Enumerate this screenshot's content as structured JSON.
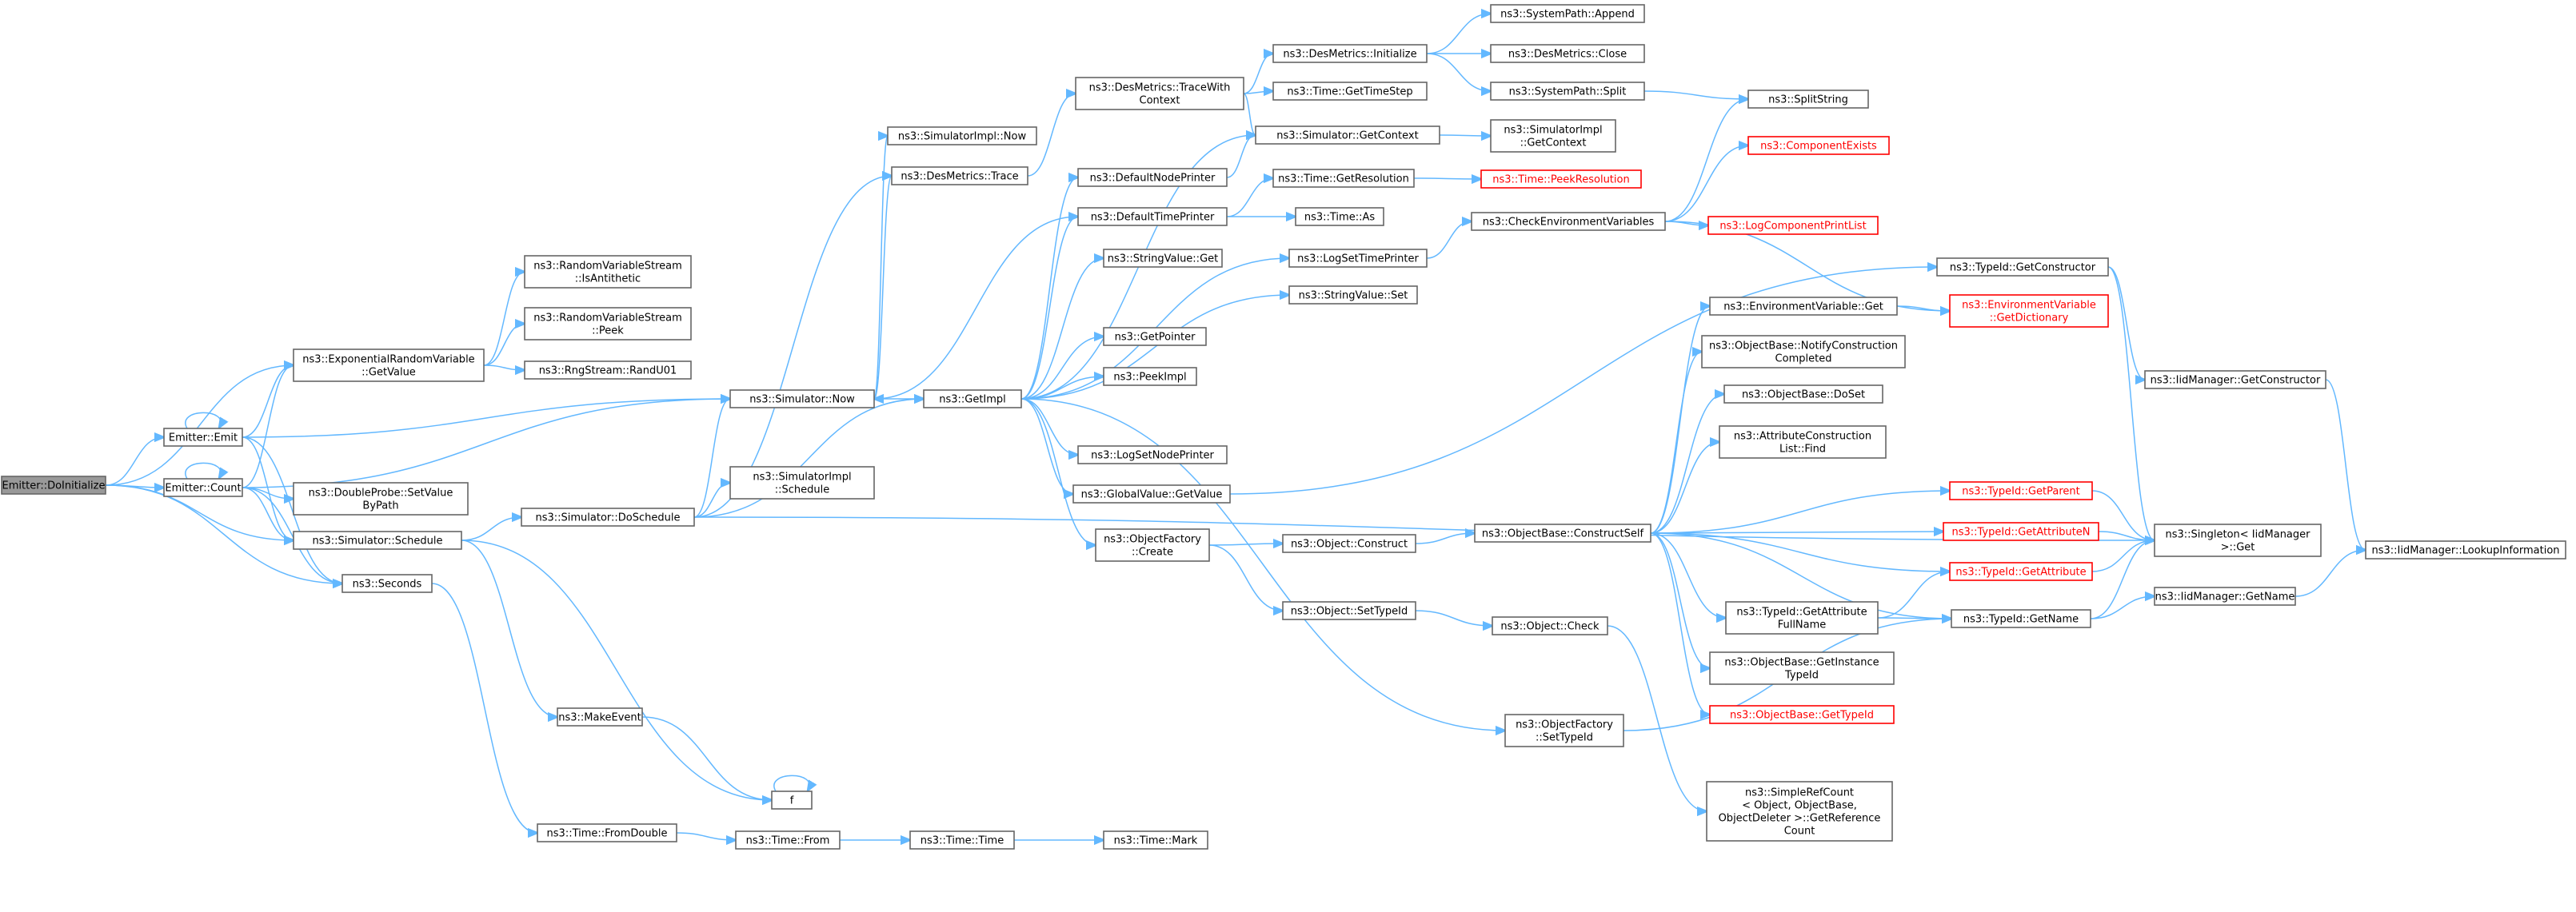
{
  "graph": {
    "title": "",
    "colors": {
      "edge": "#63b8ff",
      "node_border": "#666666",
      "root_fill": "#999999",
      "external_border": "#ff0000"
    },
    "nodes": [
      {
        "id": "root",
        "lines": [
          "Emitter::DoInitialize"
        ],
        "style": "root"
      },
      {
        "id": "emit",
        "lines": [
          "Emitter::Emit"
        ]
      },
      {
        "id": "count",
        "lines": [
          "Emitter::Count"
        ]
      },
      {
        "id": "expget",
        "lines": [
          "ns3::ExponentialRandomVariable",
          "::GetValue"
        ]
      },
      {
        "id": "rvsanti",
        "lines": [
          "ns3::RandomVariableStream",
          "::IsAntithetic"
        ]
      },
      {
        "id": "rvspeek",
        "lines": [
          "ns3::RandomVariableStream",
          "::Peek"
        ]
      },
      {
        "id": "randu01",
        "lines": [
          "ns3::RngStream::RandU01"
        ]
      },
      {
        "id": "dblprobe",
        "lines": [
          "ns3::DoubleProbe::SetValue",
          "ByPath"
        ]
      },
      {
        "id": "simsched",
        "lines": [
          "ns3::Simulator::Schedule"
        ]
      },
      {
        "id": "seconds",
        "lines": [
          "ns3::Seconds"
        ]
      },
      {
        "id": "simnow",
        "lines": [
          "ns3::Simulator::Now"
        ]
      },
      {
        "id": "simdosched",
        "lines": [
          "ns3::Simulator::DoSchedule"
        ]
      },
      {
        "id": "simimplnow",
        "lines": [
          "ns3::SimulatorImpl::Now"
        ]
      },
      {
        "id": "simimplsched",
        "lines": [
          "ns3::SimulatorImpl",
          "::Schedule"
        ]
      },
      {
        "id": "makeevent",
        "lines": [
          "ns3::MakeEvent"
        ]
      },
      {
        "id": "f",
        "lines": [
          "f"
        ]
      },
      {
        "id": "fromdouble",
        "lines": [
          "ns3::Time::FromDouble"
        ]
      },
      {
        "id": "timefrom",
        "lines": [
          "ns3::Time::From"
        ]
      },
      {
        "id": "timetime",
        "lines": [
          "ns3::Time::Time"
        ]
      },
      {
        "id": "timemark",
        "lines": [
          "ns3::Time::Mark"
        ]
      },
      {
        "id": "destrace",
        "lines": [
          "ns3::DesMetrics::Trace"
        ]
      },
      {
        "id": "destracewith",
        "lines": [
          "ns3::DesMetrics::TraceWith",
          "Context"
        ]
      },
      {
        "id": "getimpl",
        "lines": [
          "ns3::GetImpl"
        ]
      },
      {
        "id": "defnodeprinter",
        "lines": [
          "ns3::DefaultNodePrinter"
        ]
      },
      {
        "id": "deftimeprinter",
        "lines": [
          "ns3::DefaultTimePrinter"
        ]
      },
      {
        "id": "strvalget",
        "lines": [
          "ns3::StringValue::Get"
        ]
      },
      {
        "id": "getpointer",
        "lines": [
          "ns3::GetPointer"
        ]
      },
      {
        "id": "peekimpl",
        "lines": [
          "ns3::PeekImpl"
        ]
      },
      {
        "id": "logsetnode",
        "lines": [
          "ns3::LogSetNodePrinter"
        ]
      },
      {
        "id": "gvget",
        "lines": [
          "ns3::GlobalValue::GetValue"
        ]
      },
      {
        "id": "ofcreate",
        "lines": [
          "ns3::ObjectFactory",
          "::Create"
        ]
      },
      {
        "id": "desinit",
        "lines": [
          "ns3::DesMetrics::Initialize"
        ]
      },
      {
        "id": "gettimestep",
        "lines": [
          "ns3::Time::GetTimeStep"
        ]
      },
      {
        "id": "simgetctx",
        "lines": [
          "ns3::Simulator::GetContext"
        ]
      },
      {
        "id": "getres",
        "lines": [
          "ns3::Time::GetResolution"
        ]
      },
      {
        "id": "timeas",
        "lines": [
          "ns3::Time::As"
        ]
      },
      {
        "id": "logsettime",
        "lines": [
          "ns3::LogSetTimePrinter"
        ]
      },
      {
        "id": "strvalset",
        "lines": [
          "ns3::StringValue::Set"
        ]
      },
      {
        "id": "objconstruct",
        "lines": [
          "ns3::Object::Construct"
        ]
      },
      {
        "id": "objsettypeid",
        "lines": [
          "ns3::Object::SetTypeId"
        ]
      },
      {
        "id": "sysappend",
        "lines": [
          "ns3::SystemPath::Append"
        ]
      },
      {
        "id": "desclose",
        "lines": [
          "ns3::DesMetrics::Close"
        ]
      },
      {
        "id": "syssplit",
        "lines": [
          "ns3::SystemPath::Split"
        ]
      },
      {
        "id": "simimplgetctx",
        "lines": [
          "ns3::SimulatorImpl",
          "::GetContext"
        ]
      },
      {
        "id": "peekres",
        "lines": [
          "ns3::Time::PeekResolution"
        ],
        "style": "external"
      },
      {
        "id": "checkenv",
        "lines": [
          "ns3::CheckEnvironmentVariables"
        ]
      },
      {
        "id": "envget",
        "lines": [
          "ns3::EnvironmentVariable::Get"
        ]
      },
      {
        "id": "obnotify",
        "lines": [
          "ns3::ObjectBase::NotifyConstruction",
          "Completed"
        ]
      },
      {
        "id": "obdoset",
        "lines": [
          "ns3::ObjectBase::DoSet"
        ]
      },
      {
        "id": "acfind",
        "lines": [
          "ns3::AttributeConstruction",
          "List::Find"
        ]
      },
      {
        "id": "obconstructself",
        "lines": [
          "ns3::ObjectBase::ConstructSelf"
        ]
      },
      {
        "id": "objcheck",
        "lines": [
          "ns3::Object::Check"
        ]
      },
      {
        "id": "ofsettypeid",
        "lines": [
          "ns3::ObjectFactory",
          "::SetTypeId"
        ]
      },
      {
        "id": "tidgetattrfull",
        "lines": [
          "ns3::TypeId::GetAttribute",
          "FullName"
        ]
      },
      {
        "id": "obgetinst",
        "lines": [
          "ns3::ObjectBase::GetInstance",
          "TypeId"
        ]
      },
      {
        "id": "obgettypeid",
        "lines": [
          "ns3::ObjectBase::GetTypeId"
        ],
        "style": "external"
      },
      {
        "id": "simplerefcount",
        "lines": [
          "ns3::SimpleRefCount",
          "< Object, ObjectBase,",
          "ObjectDeleter >::GetReference",
          "Count"
        ]
      },
      {
        "id": "splitstring",
        "lines": [
          "ns3::SplitString"
        ]
      },
      {
        "id": "compexists",
        "lines": [
          "ns3::ComponentExists"
        ],
        "style": "external"
      },
      {
        "id": "logcompprint",
        "lines": [
          "ns3::LogComponentPrintList"
        ],
        "style": "external"
      },
      {
        "id": "tidgetctor",
        "lines": [
          "ns3::TypeId::GetConstructor"
        ]
      },
      {
        "id": "envgetdict",
        "lines": [
          "ns3::EnvironmentVariable",
          "::GetDictionary"
        ],
        "style": "external"
      },
      {
        "id": "tidgetparent",
        "lines": [
          "ns3::TypeId::GetParent"
        ],
        "style": "external"
      },
      {
        "id": "tidgetattrn",
        "lines": [
          "ns3::TypeId::GetAttributeN"
        ],
        "style": "external"
      },
      {
        "id": "tidgetattr",
        "lines": [
          "ns3::TypeId::GetAttribute"
        ],
        "style": "external"
      },
      {
        "id": "tidgetname",
        "lines": [
          "ns3::TypeId::GetName"
        ]
      },
      {
        "id": "iidgetctor",
        "lines": [
          "ns3::IidManager::GetConstructor"
        ]
      },
      {
        "id": "singletonget",
        "lines": [
          "ns3::Singleton< IidManager",
          ">::Get"
        ]
      },
      {
        "id": "iidgetname",
        "lines": [
          "ns3::IidManager::GetName"
        ]
      },
      {
        "id": "iidlookup",
        "lines": [
          "ns3::IidManager::LookupInformation"
        ]
      }
    ],
    "edges": [
      [
        "root",
        "emit"
      ],
      [
        "root",
        "count"
      ],
      [
        "root",
        "expget"
      ],
      [
        "root",
        "simsched"
      ],
      [
        "root",
        "seconds"
      ],
      [
        "emit",
        "emit"
      ],
      [
        "emit",
        "expget"
      ],
      [
        "emit",
        "simnow"
      ],
      [
        "emit",
        "simsched"
      ],
      [
        "emit",
        "seconds"
      ],
      [
        "count",
        "count"
      ],
      [
        "count",
        "expget"
      ],
      [
        "count",
        "dblprobe"
      ],
      [
        "count",
        "simnow"
      ],
      [
        "count",
        "simsched"
      ],
      [
        "count",
        "seconds"
      ],
      [
        "expget",
        "rvsanti"
      ],
      [
        "expget",
        "rvspeek"
      ],
      [
        "expget",
        "randu01"
      ],
      [
        "simsched",
        "simdosched"
      ],
      [
        "simsched",
        "makeevent"
      ],
      [
        "simsched",
        "f"
      ],
      [
        "seconds",
        "fromdouble"
      ],
      [
        "simnow",
        "simimplnow"
      ],
      [
        "simnow",
        "getimpl"
      ],
      [
        "simnow",
        "destrace"
      ],
      [
        "simdosched",
        "simnow"
      ],
      [
        "simdosched",
        "simimplsched"
      ],
      [
        "simdosched",
        "getimpl"
      ],
      [
        "simdosched",
        "destrace"
      ],
      [
        "simdosched",
        "singletonget"
      ],
      [
        "makeevent",
        "f"
      ],
      [
        "f",
        "f"
      ],
      [
        "fromdouble",
        "timefrom"
      ],
      [
        "timefrom",
        "timetime"
      ],
      [
        "timetime",
        "timemark"
      ],
      [
        "destrace",
        "destracewith"
      ],
      [
        "destracewith",
        "desinit"
      ],
      [
        "destracewith",
        "gettimestep"
      ],
      [
        "destracewith",
        "simgetctx"
      ],
      [
        "getimpl",
        "defnodeprinter"
      ],
      [
        "getimpl",
        "deftimeprinter"
      ],
      [
        "getimpl",
        "strvalget"
      ],
      [
        "getimpl",
        "getpointer"
      ],
      [
        "getimpl",
        "peekimpl"
      ],
      [
        "getimpl",
        "logsetnode"
      ],
      [
        "getimpl",
        "gvget"
      ],
      [
        "getimpl",
        "ofcreate"
      ],
      [
        "getimpl",
        "ofsettypeid"
      ],
      [
        "getimpl",
        "simgetctx"
      ],
      [
        "getimpl",
        "logsettime"
      ],
      [
        "getimpl",
        "strvalset"
      ],
      [
        "defnodeprinter",
        "simgetctx"
      ],
      [
        "deftimeprinter",
        "simnow"
      ],
      [
        "deftimeprinter",
        "getres"
      ],
      [
        "deftimeprinter",
        "timeas"
      ],
      [
        "gvget",
        "tidgetctor"
      ],
      [
        "ofcreate",
        "objconstruct"
      ],
      [
        "ofcreate",
        "objsettypeid"
      ],
      [
        "desinit",
        "sysappend"
      ],
      [
        "desinit",
        "desclose"
      ],
      [
        "desinit",
        "syssplit"
      ],
      [
        "simgetctx",
        "simimplgetctx"
      ],
      [
        "getres",
        "peekres"
      ],
      [
        "logsettime",
        "checkenv"
      ],
      [
        "syssplit",
        "splitstring"
      ],
      [
        "checkenv",
        "splitstring"
      ],
      [
        "checkenv",
        "compexists"
      ],
      [
        "checkenv",
        "logcompprint"
      ],
      [
        "checkenv",
        "envgetdict"
      ],
      [
        "objconstruct",
        "obconstructself"
      ],
      [
        "objsettypeid",
        "objcheck"
      ],
      [
        "objcheck",
        "simplerefcount"
      ],
      [
        "obconstructself",
        "envget"
      ],
      [
        "obconstructself",
        "obnotify"
      ],
      [
        "obconstructself",
        "obdoset"
      ],
      [
        "obconstructself",
        "acfind"
      ],
      [
        "obconstructself",
        "tidgetparent"
      ],
      [
        "obconstructself",
        "tidgetattrn"
      ],
      [
        "obconstructself",
        "tidgetattr"
      ],
      [
        "obconstructself",
        "tidgetattrfull"
      ],
      [
        "obconstructself",
        "obgetinst"
      ],
      [
        "obconstructself",
        "obgettypeid"
      ],
      [
        "obconstructself",
        "tidgetname"
      ],
      [
        "envget",
        "envgetdict"
      ],
      [
        "ofsettypeid",
        "tidgetname"
      ],
      [
        "tidgetattrfull",
        "tidgetattr"
      ],
      [
        "tidgetattrfull",
        "tidgetname"
      ],
      [
        "tidgetctor",
        "iidgetctor"
      ],
      [
        "tidgetctor",
        "singletonget"
      ],
      [
        "tidgetparent",
        "singletonget"
      ],
      [
        "tidgetattrn",
        "singletonget"
      ],
      [
        "tidgetattr",
        "singletonget"
      ],
      [
        "tidgetname",
        "singletonget"
      ],
      [
        "tidgetname",
        "iidgetname"
      ],
      [
        "iidgetctor",
        "iidlookup"
      ],
      [
        "iidgetname",
        "iidlookup"
      ]
    ]
  }
}
